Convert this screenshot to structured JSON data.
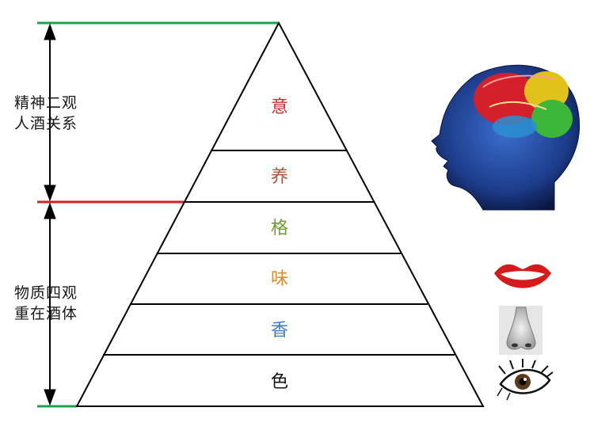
{
  "left_labels": {
    "upper": [
      "精神二观",
      "人酒关系"
    ],
    "lower": [
      "物质四观",
      "重在酒体"
    ]
  },
  "levels": [
    {
      "label": "意",
      "color": "#d42a2a"
    },
    {
      "label": "养",
      "color": "#b5523a"
    },
    {
      "label": "格",
      "color": "#6f9a2e"
    },
    {
      "label": "味",
      "color": "#e08a2a"
    },
    {
      "label": "香",
      "color": "#3d7cc4"
    },
    {
      "label": "色",
      "color": "#111111"
    }
  ],
  "marker_colors": {
    "top": "#1aa34a",
    "middle": "#d41e2a",
    "bottom": "#1aa34a"
  },
  "icons": [
    "brain-head-icon",
    "lips-icon",
    "nose-icon",
    "eye-icon"
  ]
}
